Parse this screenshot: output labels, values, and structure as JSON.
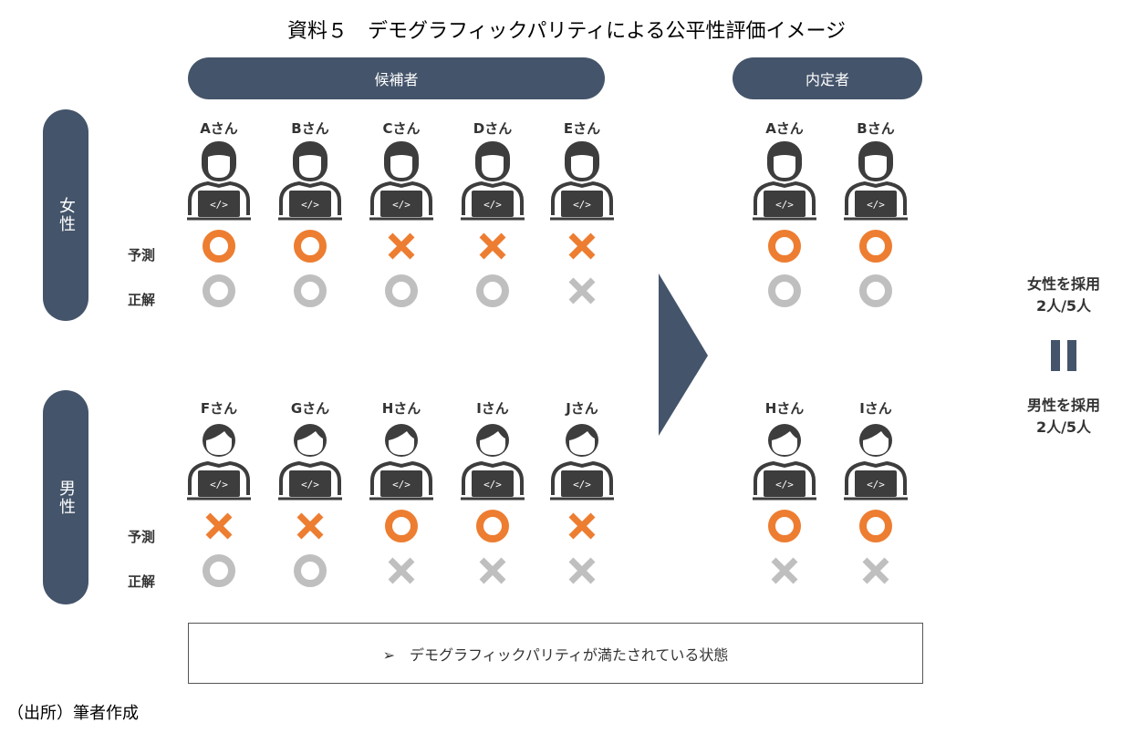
{
  "title": "資料５　デモグラフィックパリティによる公平性評価イメージ",
  "headers": {
    "candidates": "候補者",
    "hired": "内定者"
  },
  "groups": {
    "female": "女性",
    "male": "男性"
  },
  "row_labels": {
    "prediction": "予測",
    "truth": "正解"
  },
  "female_candidates": [
    {
      "name": "Aさん",
      "pred": "o",
      "truth": "o"
    },
    {
      "name": "Bさん",
      "pred": "o",
      "truth": "o"
    },
    {
      "name": "Cさん",
      "pred": "x",
      "truth": "o"
    },
    {
      "name": "Dさん",
      "pred": "x",
      "truth": "o"
    },
    {
      "name": "Eさん",
      "pred": "x",
      "truth": "x"
    }
  ],
  "male_candidates": [
    {
      "name": "Fさん",
      "pred": "x",
      "truth": "o"
    },
    {
      "name": "Gさん",
      "pred": "x",
      "truth": "o"
    },
    {
      "name": "Hさん",
      "pred": "o",
      "truth": "x"
    },
    {
      "name": "Iさん",
      "pred": "o",
      "truth": "x"
    },
    {
      "name": "Jさん",
      "pred": "x",
      "truth": "x"
    }
  ],
  "female_hired": [
    {
      "name": "Aさん",
      "pred": "o",
      "truth": "o"
    },
    {
      "name": "Bさん",
      "pred": "o",
      "truth": "o"
    }
  ],
  "male_hired": [
    {
      "name": "Hさん",
      "pred": "o",
      "truth": "x"
    },
    {
      "name": "Iさん",
      "pred": "o",
      "truth": "x"
    }
  ],
  "summary": {
    "female_label": "女性を採用",
    "female_ratio": "2人/5人",
    "male_label": "男性を採用",
    "male_ratio": "2人/5人"
  },
  "conclusion": "➢　デモグラフィックパリティが満たされている状態",
  "source": "（出所）筆者作成",
  "colors": {
    "navy": "#44546a",
    "orange": "#ed7d31",
    "gray": "#bfbfbf",
    "icon": "#3d3d3d"
  }
}
